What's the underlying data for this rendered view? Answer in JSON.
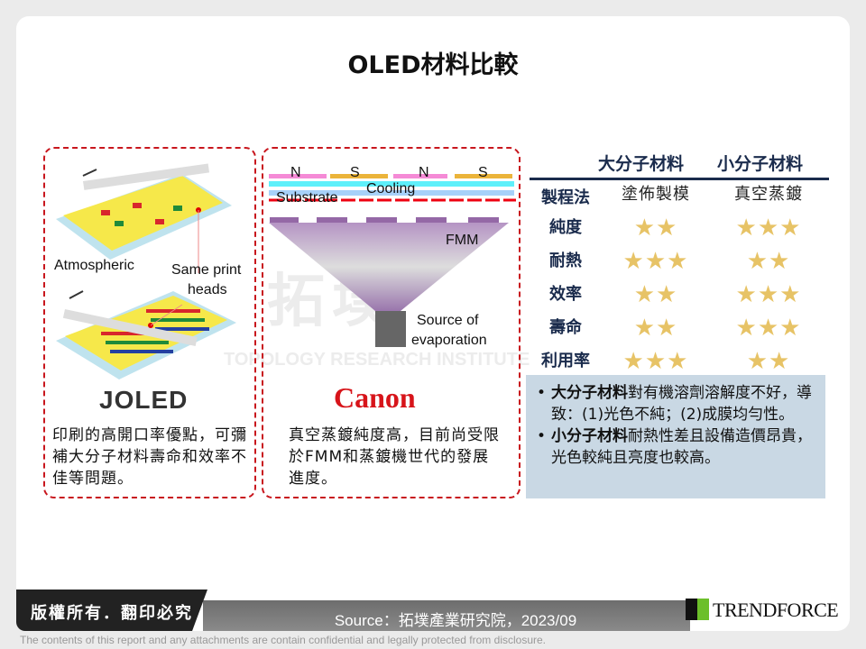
{
  "title": "OLED材料比較",
  "left_panel": {
    "labels": {
      "atmospheric": "Atmospheric",
      "print_heads_1": "Same print",
      "print_heads_2": "heads"
    },
    "logo": "JOLED",
    "text": "印刷的高開口率優點，可彌補大分子材料壽命和效率不佳等問題。"
  },
  "middle_panel": {
    "labels": {
      "n1": "N",
      "s1": "S",
      "n2": "N",
      "s2": "S",
      "cooling": "Cooling",
      "substrate": "Substrate",
      "fmm": "FMM",
      "source1": "Source of",
      "source2": "evaporation"
    },
    "logo": "Canon",
    "text": "真空蒸鍍純度高，目前尚受限於FMM和蒸鍍機世代的發展進度。"
  },
  "watermark": {
    "cn": "拓墣",
    "en": "TOPOLOGY RESEARCH INSTITUTE"
  },
  "table": {
    "headers": [
      "大分子材料",
      "小分子材料"
    ],
    "method": {
      "label": "製程法",
      "a": "塗佈製模",
      "b": "真空蒸鍍"
    },
    "rows": [
      {
        "label": "純度",
        "a": 2,
        "b": 3
      },
      {
        "label": "耐熱",
        "a": 3,
        "b": 2
      },
      {
        "label": "效率",
        "a": 2,
        "b": 3
      },
      {
        "label": "壽命",
        "a": 2,
        "b": 3
      },
      {
        "label": "利用率",
        "a": 3,
        "b": 2
      }
    ],
    "star_color": "#e7c366"
  },
  "notes": [
    {
      "bold": "大分子材料",
      "text": "對有機溶劑溶解度不好，導致：(1)光色不純；(2)成膜均勻性。"
    },
    {
      "bold": "小分子材料",
      "text": "耐熱性差且設備造價昂貴，光色較純且亮度也較高。"
    }
  ],
  "footer": {
    "copyright": "版權所有．翻印必究",
    "source": "Source：拓墣產業研究院，2023/09",
    "logo": "TRENDFORCE",
    "disclaimer": "The contents of this report and any attachments are contain confidential and legally protected from disclosure."
  }
}
